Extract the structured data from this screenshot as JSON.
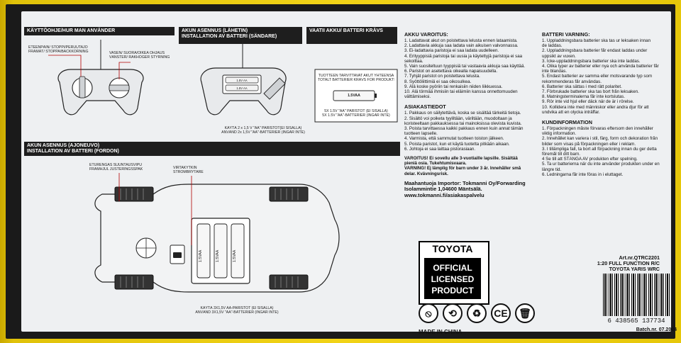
{
  "package": {
    "left_top_left_title": "KÄYTTÖOHJE/HUR MAN ANVÄNDER",
    "left_top_mid_title_1": "AKUN ASENNUS (LÄHETIN)",
    "left_top_mid_title_2": "INSTALLATION AV BATTERI (SÄNDARE)",
    "left_top_right_title": "VAATII AKKU/ BATTERI KRÄVS",
    "stick_left_1": "ETEENPÄIN/ STOPPI/PERUUTAJO",
    "stick_left_2": "FRAMÅT/ STOPPA/BACKKÖRNING",
    "stick_right_1": "VASEN/ SUORA/OIKEA OHJAUS",
    "stick_right_2": "VÄNSTER/ RAKHÖGER STYRNING",
    "tx_note_1": "KÄYTÄ 2 x 1,5 V \"AA\" PARISTOT(EI SISÄLLÄ)",
    "tx_note_2": "ANVÄND 2x 1,5V \"AA\"-BATTERIER (INGÅR INTE)",
    "battery_box_1": "TUOTTEEN TARVITTAVAT AKUT YHTEENSÄ",
    "battery_box_2": "TOTALT BATTERIER KRÄVS FÖR PRODUKTEN",
    "battery_box_cell": "1.5VAA",
    "battery_box_3": "5X 1.5V \"AA\" PARISTOT (EI SISÄLLÄ)",
    "battery_box_4": "5X 1.5V \"AA\"-BATTERIER (INGÅR INTE)",
    "vehicle_title_1": "AKUN ASENNUS (AJONEUVO)",
    "vehicle_title_2": "INSTALLATION AV BATTERI (FORDON)",
    "vehicle_label_1a": "ETURENGAS SUUNTAUSVIPU",
    "vehicle_label_1b": "FRAMHJUL JUSTERINGSSPAK",
    "vehicle_label_2a": "VIRTAKYTKIN",
    "vehicle_label_2b": "STRÖMBRYTARE",
    "car_battery": "1.5VAA",
    "vehicle_note_1": "KÄYTÄ 3X1,5V AA-PARISTOT (EI SISÄLLÄ)",
    "vehicle_note_2": "ANVÄND 3X1,5V \"AA\"-BATTERIER (INGÅR INTE)"
  },
  "right": {
    "fi_warn_title": "AKKU VAROITUS:",
    "fi_warn": [
      "1. Ladattavat akut on poistettava lelusta ennen lataamista.",
      "2. Ladattavia akkuja saa ladata vain aikuisen valvonnassa.",
      "3. Ei-ladattavia paristoja ei saa ladata uudelleen.",
      "4. Erityyppisiä paristoja tai uusia ja käytettyjä paristoja ei saa",
      "sekoittaa.",
      "5. Vain suositeltuun tyyppisiä tai vastaavia akkuja saa käyttää.",
      "6. Paristot on asetettava oikealla napaisuudella.",
      "7. Tyhjät paristot on poistettava lelusta.",
      "8. Syöttöliittimiä ei saa oikosulkea.",
      "9. Älä koske pyöriin tai renkaisiin niiden liikkuessa.",
      "10. Älä törmää ihmisiin tai eläimiin kanssa onnettomuuden",
      "välttämiseksi."
    ],
    "fi_info_title": "ASIAKASTIEDOT",
    "fi_info": [
      "1. Pakkaus on säilytettävä, koska se sisältää tärkeitä tietoja.",
      "2. Sisältö voi poiketa tyyliltään, väriltään, muodoltaan ja",
      "koristeeltaan pakkauksessa tai mainoksissa olevista kuvista.",
      "3. Poista tarvittaessa kaikki pakkaus ennen kuin annat tämän",
      "tuotteen lapselle.",
      "4. Varmista, että sammutat tuotteen toiston jälkeen.",
      "5. Poista paristot, kun et käytä tuotetta pitkään aikaan.",
      "6. Johtoja ei saa laittaa pistorasiaan."
    ],
    "fi_age_warn": [
      "VAROITUS! Ei sovellu alle 3-vuotiaille lapsille. Sisältää",
      "pieniä osia. Tukehtumisvaara.",
      "VARNING! Ej lämplig för barn under 3 år. Innehåller små",
      "delar. Kvävningsrisk."
    ],
    "importer": [
      "Maahantuoja Importor: Tokmanni Oy/Forwarding",
      "Isolammintie 1,04600 Mäntsälä.",
      "www.tokmanni.fi/asiakaspalvelu"
    ],
    "sv_warn_title": "BATTERI VARNING:",
    "sv_warn": [
      "1. Uppladdningsbara batterier ska tas ur leksaken innan",
      "de laddas.",
      "2. Uppladdningsbara batterier får endast laddas under",
      "uppsikt av vuxen.",
      "3. Icke-uppladdningsbara batterier ska inte laddas.",
      "4. Olika typer av batterier eller nya och använda batterier får",
      "inte blandas.",
      "5. Endast batterier av samma eller motsvarande typ som",
      "rekommenderas får användas.",
      "6. Batterier ska sättas i med rätt polaritet.",
      "7. Förbrukade batterier ska tas bort från leksaken.",
      "8. Matningsterminalerna får inte kortslutas.",
      "9. Rör inte vid hjul eller däck när de är i rörelse.",
      "10. Kollidera inte med människor eller andra djur för att",
      "undvika att en olycka inträffar."
    ],
    "sv_info_title": "KUNDINFORMATION",
    "sv_info": [
      "1. Förpackningen måste förvaras eftersom den innehåller",
      "viktig information.",
      "2. Innehållet kan variera i stil, färg, form och dekoration från",
      "bilder som visas på förpackningen eller i reklam.",
      "3. I tillämpliga fall, ta bort all förpackning innan du ger detta",
      "föremål till ditt barn.",
      "4 Se till att STÄNGA AV produkten efter spelning.",
      "5. Ta ur batterierna när du inte använder produkten under en",
      "längre tid.",
      "6. Ledningarna får inte föras in i eluttaget."
    ],
    "brand_top": "TOYOTA",
    "brand_b1": "OFFICIAL",
    "brand_b2": "LICENSED",
    "brand_b3": "PRODUCT",
    "art_nr": "Art.nr.QTRC2201",
    "product_1": "1:20 FULL FUNCTION R/C",
    "product_2": "TOYOTA YARIS WRC",
    "barcode": "6 438565 137734",
    "batch": "Batch.nr. 07.2024",
    "made_in": "MADE IN CHINA"
  }
}
